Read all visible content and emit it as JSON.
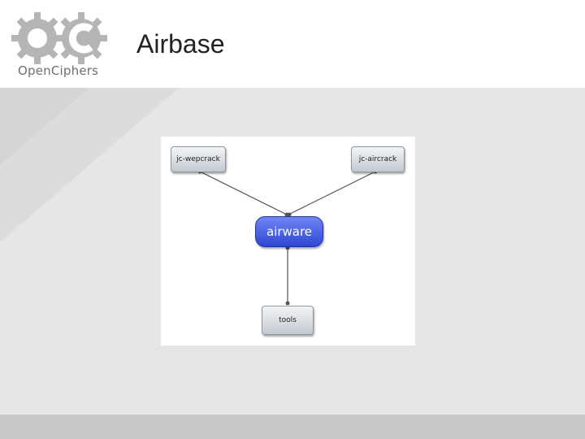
{
  "logo": {
    "text": "OpenCiphers"
  },
  "slide": {
    "title": "Airbase"
  },
  "diagram": {
    "nodes": [
      {
        "id": "jc-wepcrack",
        "label": "jc-wepcrack"
      },
      {
        "id": "jc-aircrack",
        "label": "jc-aircrack"
      },
      {
        "id": "airware",
        "label": "airware"
      },
      {
        "id": "tools",
        "label": "tools"
      }
    ],
    "edges": [
      {
        "from": "jc-wepcrack",
        "to": "airware"
      },
      {
        "from": "jc-aircrack",
        "to": "airware"
      },
      {
        "from": "airware",
        "to": "tools"
      }
    ]
  }
}
